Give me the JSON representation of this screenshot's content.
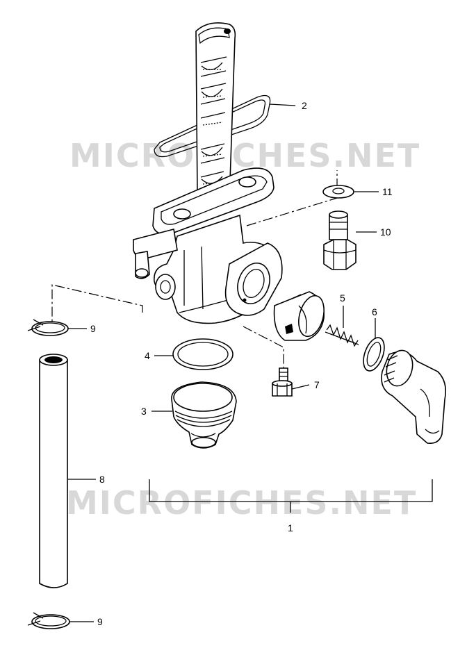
{
  "watermark": {
    "top": "MICROFICHES.NET",
    "bottom": "MICROFICHES.NET"
  },
  "callouts": {
    "fuel_cock_assembly": "1",
    "o_ring_large": "2",
    "sediment_cup": "3",
    "cup_gasket": "4",
    "spring": "5",
    "washer": "6",
    "drain_screw": "7",
    "fuel_hose": "8",
    "clip_top": "9",
    "clip_bottom": "9",
    "bolt": "10",
    "bolt_washer": "11"
  }
}
